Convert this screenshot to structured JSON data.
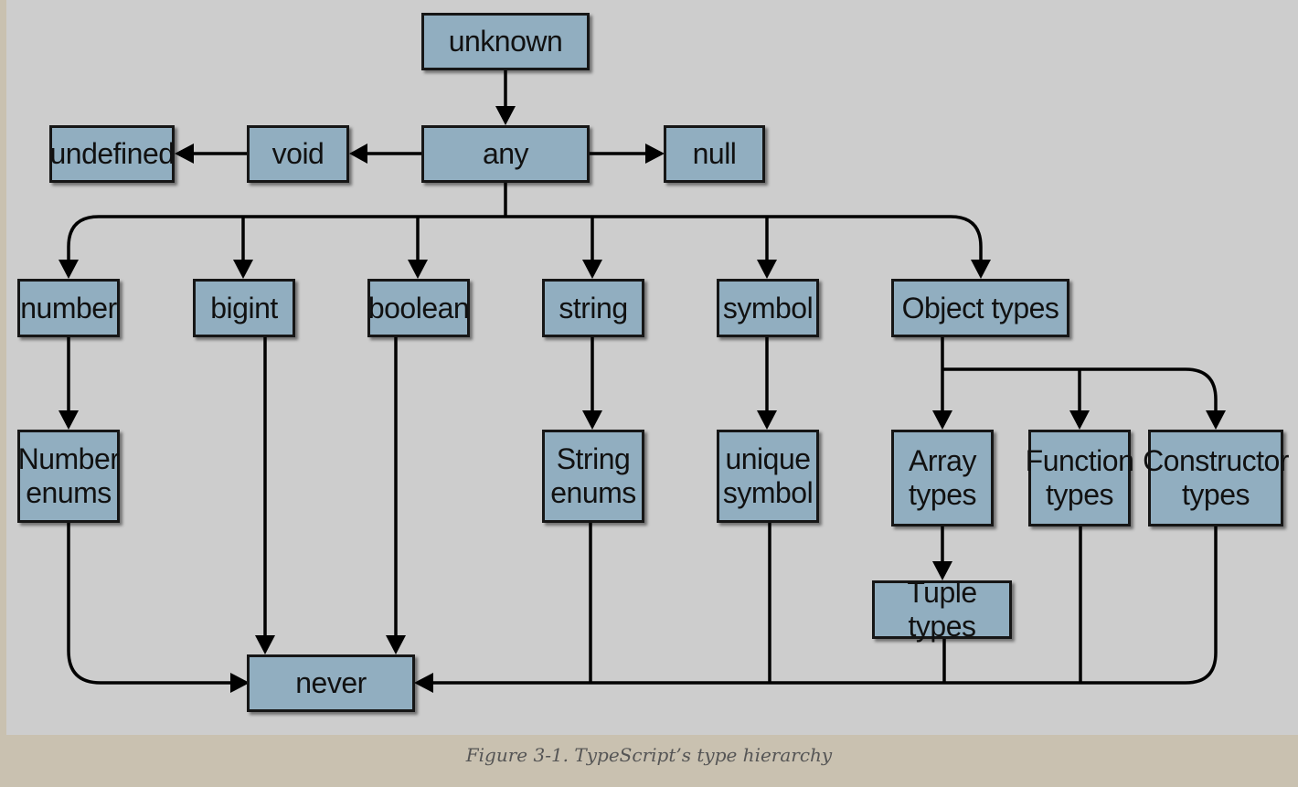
{
  "nodes": {
    "unknown": "unknown",
    "any": "any",
    "void": "void",
    "undefined": "undefined",
    "null": "null",
    "number": "number",
    "bigint": "bigint",
    "boolean": "boolean",
    "string": "string",
    "symbol": "symbol",
    "object_types": "Object types",
    "number_enums": [
      "Number",
      "enums"
    ],
    "string_enums": [
      "String",
      "enums"
    ],
    "unique_symbol": [
      "unique",
      "symbol"
    ],
    "array_types": [
      "Array",
      "types"
    ],
    "function_types": [
      "Function",
      "types"
    ],
    "constructor_types": [
      "Constructor",
      "types"
    ],
    "tuple_types": "Tuple types",
    "never": "never"
  },
  "caption": "Figure 3-1. TypeScript’s type hierarchy"
}
